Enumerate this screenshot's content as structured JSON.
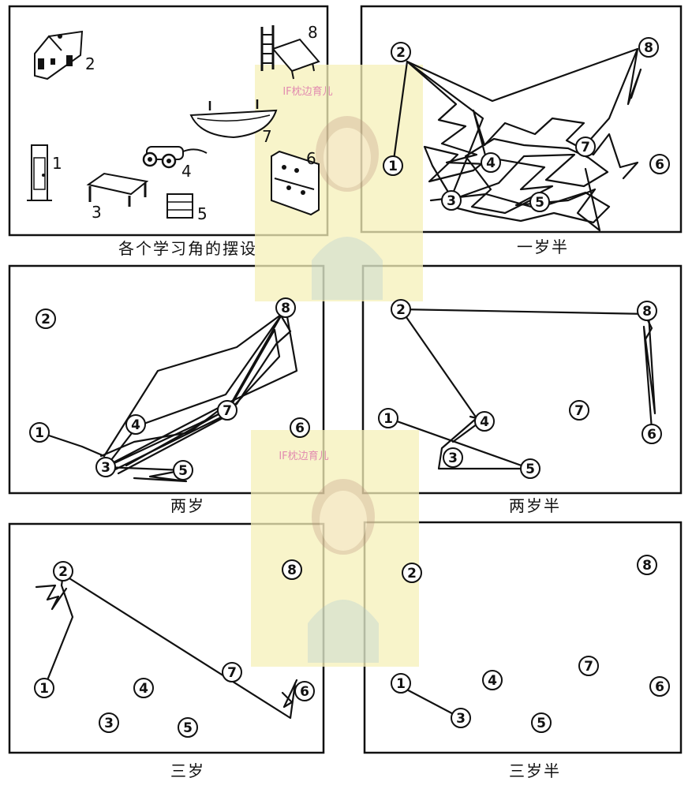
{
  "captions": {
    "layout": "各个学习角的摆设",
    "age_1_5": "一岁半",
    "age_2": "两岁",
    "age_2_5": "两岁半",
    "age_3": "三岁",
    "age_3_5": "三岁半"
  },
  "layout_numbers": [
    "1",
    "2",
    "3",
    "4",
    "5",
    "6",
    "7",
    "8"
  ],
  "nodes": [
    "1",
    "2",
    "3",
    "4",
    "5",
    "6",
    "7",
    "8"
  ],
  "watermark": {
    "text": "IF枕边育儿",
    "color": "#f6f0b8"
  },
  "colors": {
    "ink": "#111111",
    "background": "#ffffff"
  }
}
